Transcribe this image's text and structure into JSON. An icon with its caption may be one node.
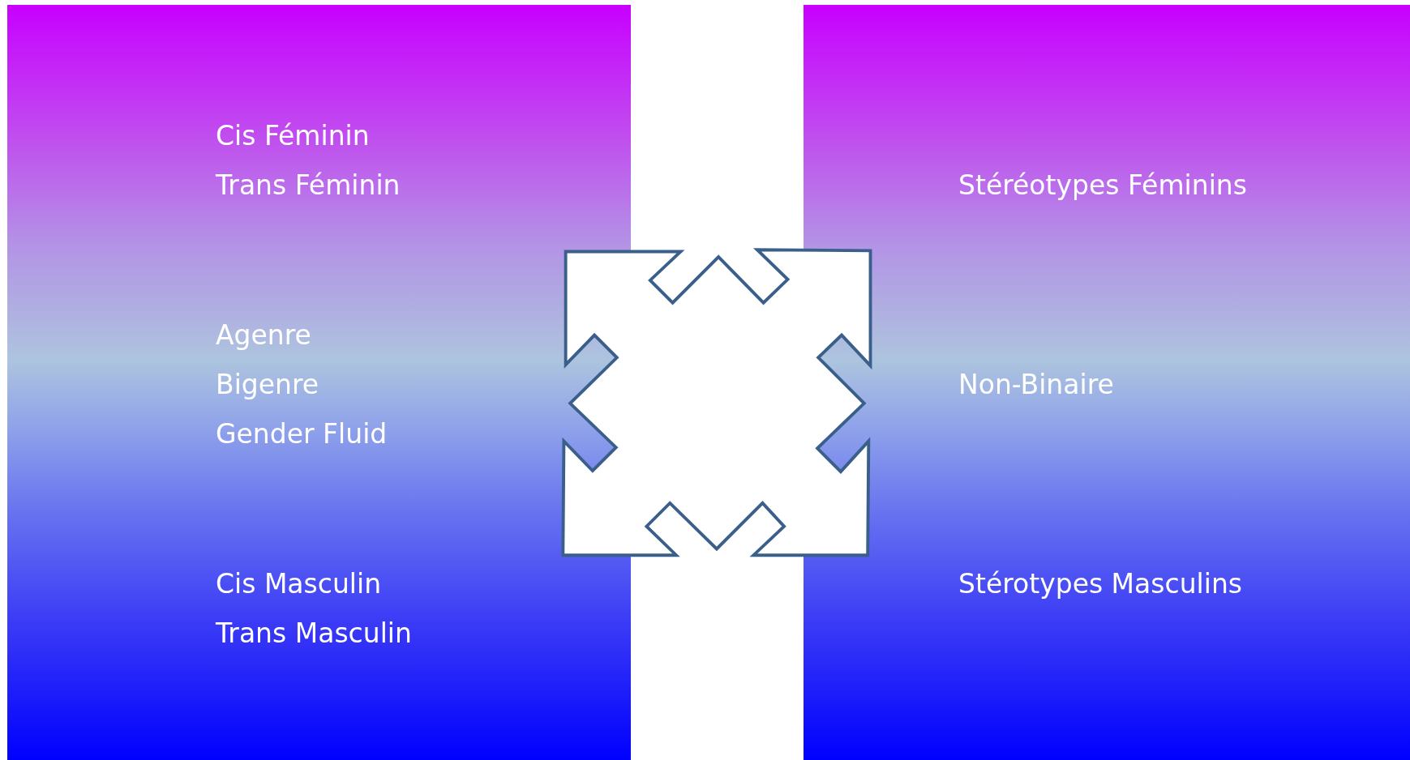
{
  "diagram": {
    "nodes": [
      {
        "text": [
          "Cis Féminin",
          "Trans Féminin",
          "Agenre",
          "Bigenre",
          "Gender Fluid",
          "Cis Masculin",
          "Trans Masculin"
        ]
      },
      {
        "text": [
          "Stéréotypes Féminins",
          "Non-Binaire",
          "Stérotypes Masculins"
        ]
      }
    ]
  }
}
